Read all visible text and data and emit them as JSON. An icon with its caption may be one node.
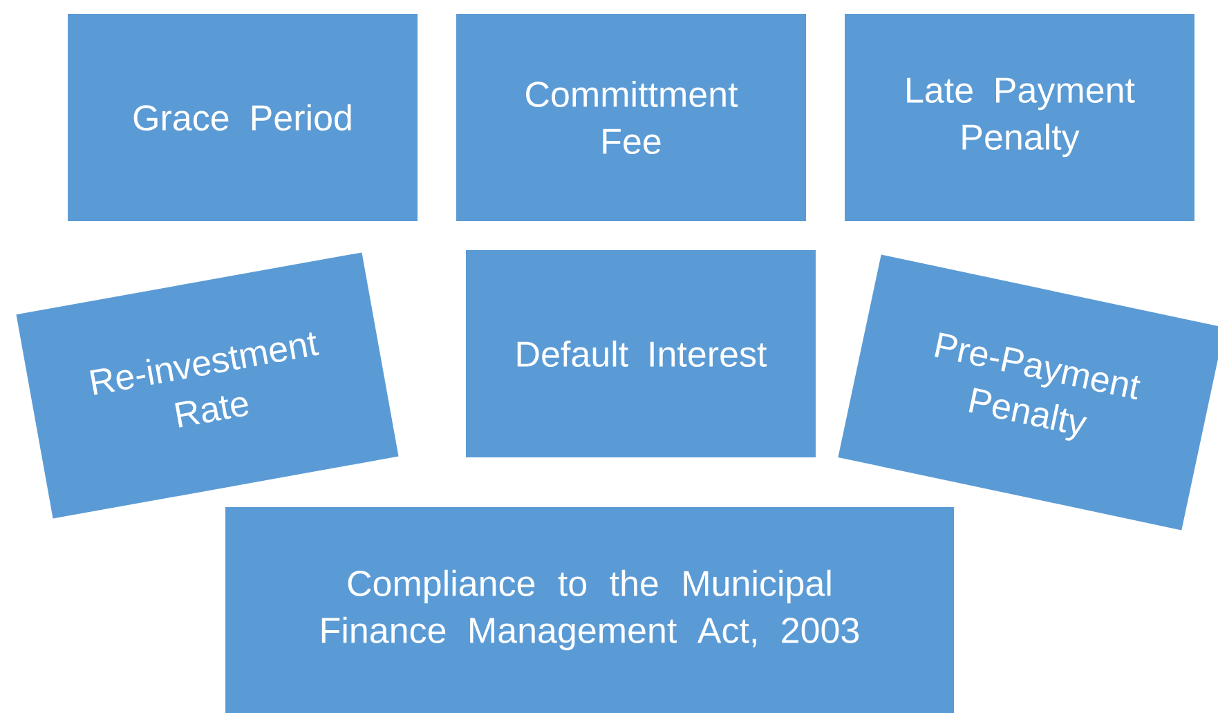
{
  "diagram": {
    "nodes": [
      {
        "text": [
          "Grace Period"
        ]
      },
      {
        "text": [
          "Committment Fee"
        ]
      },
      {
        "text": [
          "Late Payment Penalty"
        ]
      },
      {
        "text": [
          "Re-investment Rate"
        ]
      },
      {
        "text": [
          "Default Interest"
        ]
      },
      {
        "text": [
          "Pre-Payment Penalty"
        ]
      },
      {
        "text": [
          "Compliance to the Municipal Finance Management Act, 2003"
        ]
      }
    ]
  }
}
